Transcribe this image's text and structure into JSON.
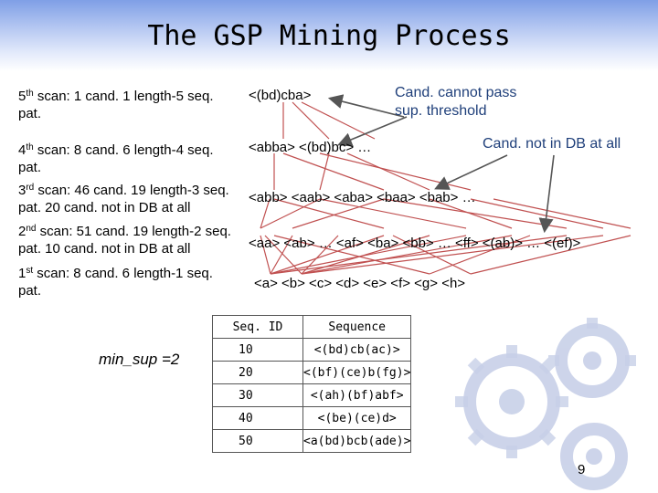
{
  "title": "The GSP Mining Process",
  "scans": [
    {
      "ord": "5",
      "sup": "th",
      "l1": " scan: 1 cand. 1 length-5 seq.",
      "l2": "pat."
    },
    {
      "ord": "4",
      "sup": "th",
      "l1": " scan: 8 cand. 6 length-4 seq.",
      "l2": "pat."
    },
    {
      "ord": "3",
      "sup": "rd",
      "l1": " scan: 46 cand. 19 length-3 seq.",
      "l2": "pat. 20 cand. not in DB at all"
    },
    {
      "ord": "2",
      "sup": "nd",
      "l1": " scan: 51 cand. 19 length-2 seq.",
      "l2": "pat. 10 cand. not in DB at all"
    },
    {
      "ord": "1",
      "sup": "st",
      "l1": " scan: 8 cand. 6 length-1 seq.",
      "l2": "pat."
    }
  ],
  "sequences": {
    "s5": "<(bd)cba>",
    "s4": "<abba> <(bd)bc> …",
    "s3": "<abb> <aab> <aba> <baa> <bab> …",
    "s2": "<aa> <ab> … <af> <ba> <bb> … <ff> <(ab)> … <(ef)>",
    "s1": "<a> <b> <c> <d> <e> <f> <g> <h>"
  },
  "notes": {
    "cannot_pass_l1": "Cand. cannot pass",
    "cannot_pass_l2": "sup. threshold",
    "not_in_db": "Cand. not in DB at all"
  },
  "min_sup": "min_sup =2",
  "table": {
    "headers": [
      "Seq. ID",
      "Sequence"
    ],
    "rows": [
      {
        "id": "10",
        "seq": "<(bd)cb(ac)>"
      },
      {
        "id": "20",
        "seq": "<(bf)(ce)b(fg)>"
      },
      {
        "id": "30",
        "seq": "<(ah)(bf)abf>"
      },
      {
        "id": "40",
        "seq": "<(be)(ce)d>"
      },
      {
        "id": "50",
        "seq": "<a(bd)bcb(ade)>"
      }
    ]
  },
  "page_number": "9",
  "colors": {
    "note_text": "#1f3f7a",
    "line": "#c05050",
    "arrow": "#555555",
    "gear": "#c8d0e8"
  }
}
